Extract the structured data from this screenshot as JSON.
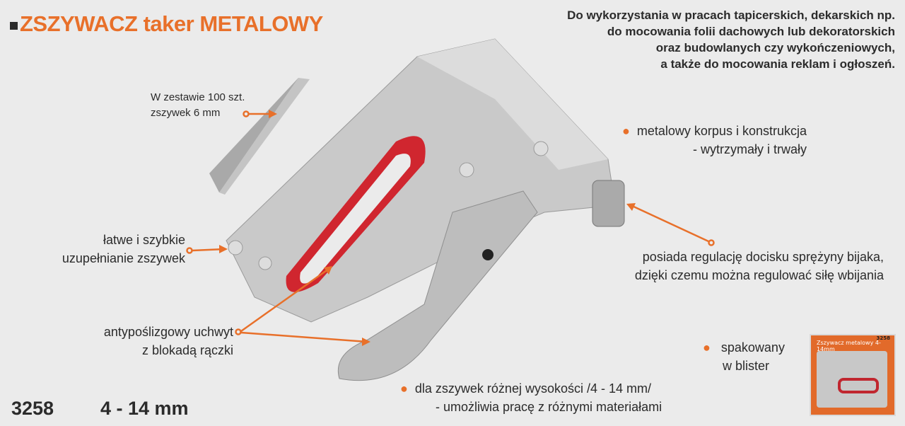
{
  "title": "ZSZYWACZ taker METALOWY",
  "description": [
    "Do wykorzystania w pracach tapicerskich, dekarskich np.",
    "do mocowania folii dachowych lub dekoratorskich",
    "oraz budowlanych czy wykończeniowych,",
    "a także do mocowania reklam i ogłoszeń."
  ],
  "callouts": {
    "staples": [
      "W zestawie 100 szt.",
      "zszywek 6 mm"
    ],
    "refill": [
      "łatwe i szybkie",
      "uzupełnianie zszywek"
    ],
    "grip": [
      "antypoślizgowy uchwyt",
      "z blokadą rączki"
    ],
    "body": [
      "metalowy korpus i konstrukcja",
      "- wytrzymały i trwały"
    ],
    "adjust": [
      "posiada regulację docisku sprężyny bijaka,",
      "dzięki czemu można regulować siłę wbijania"
    ],
    "heights": [
      "dla zszywek różnej wysokości /4 - 14 mm/",
      "- umożliwia pracę z różnymi materiałami"
    ],
    "package": [
      "spakowany",
      "w blister"
    ]
  },
  "blister": {
    "title": "Zszywacz metalowy 4-14mm",
    "code": "3258"
  },
  "product_code": "3258",
  "size_range": "4 - 14 mm",
  "colors": {
    "accent": "#e8702a",
    "background": "#ebebeb",
    "text": "#2b2b2b",
    "grip": "#d0262f"
  }
}
